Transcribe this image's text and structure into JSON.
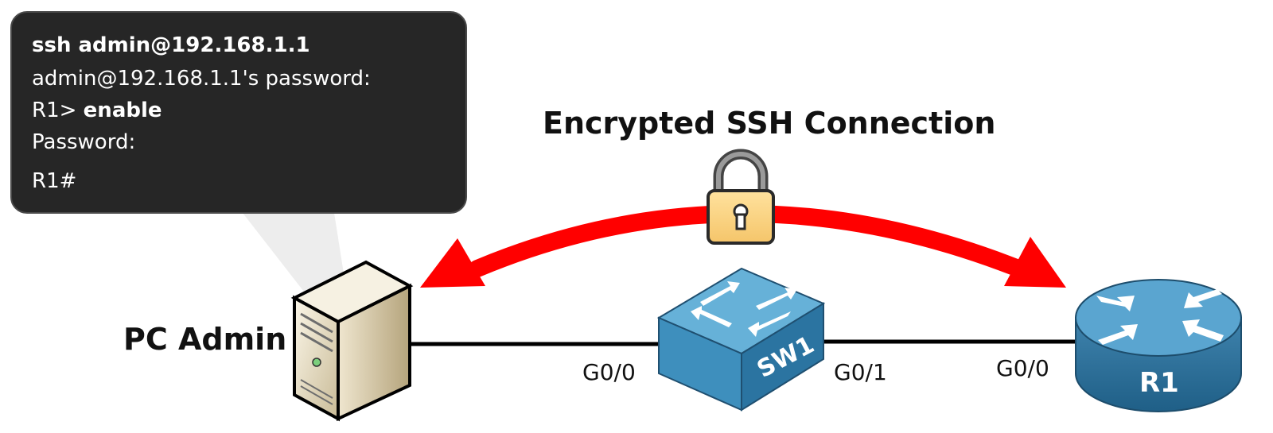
{
  "title": "Encrypted SSH Connection",
  "terminal": {
    "line1": "ssh admin@192.168.1.1",
    "line2": "admin@192.168.1.1's password:",
    "line3_prompt": "R1> ",
    "line3_cmd": "enable",
    "line4": "Password:",
    "line5": "R1#"
  },
  "devices": {
    "pc": {
      "label": "PC Admin"
    },
    "switch": {
      "label": "SW1"
    },
    "router": {
      "label": "R1"
    }
  },
  "interfaces": {
    "sw1_left": "G0/0",
    "sw1_right": "G0/1",
    "r1_left": "G0/0"
  },
  "colors": {
    "arrow": "#ff0000",
    "terminal_bg": "#262626",
    "device_blue": "#4f9bc4",
    "lock_body": "#fbd58a"
  }
}
